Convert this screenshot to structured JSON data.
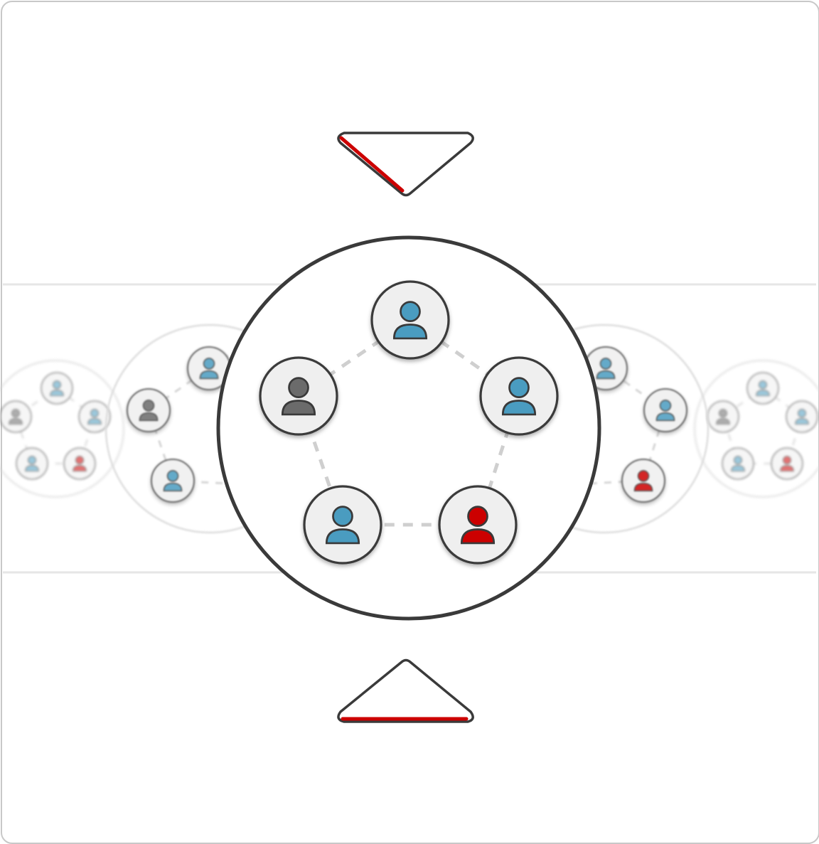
{
  "colors": {
    "member_blue": "#4a9cc0",
    "member_gray": "#6b6b6b",
    "member_red": "#cc0000",
    "outline": "#3a3a3a",
    "avatar_bg": "#efefef",
    "edge": "#cfcfcf",
    "lane": "#e6e6e6",
    "accent": "#cc0000"
  },
  "icons": {
    "top_arrow": "triangle-down-icon",
    "bottom_arrow": "triangle-up-icon",
    "member": "person-icon"
  },
  "center_group": {
    "members": [
      {
        "color": "blue"
      },
      {
        "color": "blue"
      },
      {
        "color": "red"
      },
      {
        "color": "blue"
      },
      {
        "color": "gray"
      }
    ]
  },
  "side_groups": [
    {
      "name": "far-left",
      "members": [
        "blue",
        "blue",
        "red",
        "blue",
        "gray"
      ]
    },
    {
      "name": "near-left",
      "members": [
        "blue",
        "gray",
        "blue"
      ]
    },
    {
      "name": "near-right",
      "members": [
        "blue",
        "blue",
        "red"
      ]
    },
    {
      "name": "far-right",
      "members": [
        "blue",
        "blue",
        "red",
        "blue",
        "gray"
      ]
    }
  ]
}
